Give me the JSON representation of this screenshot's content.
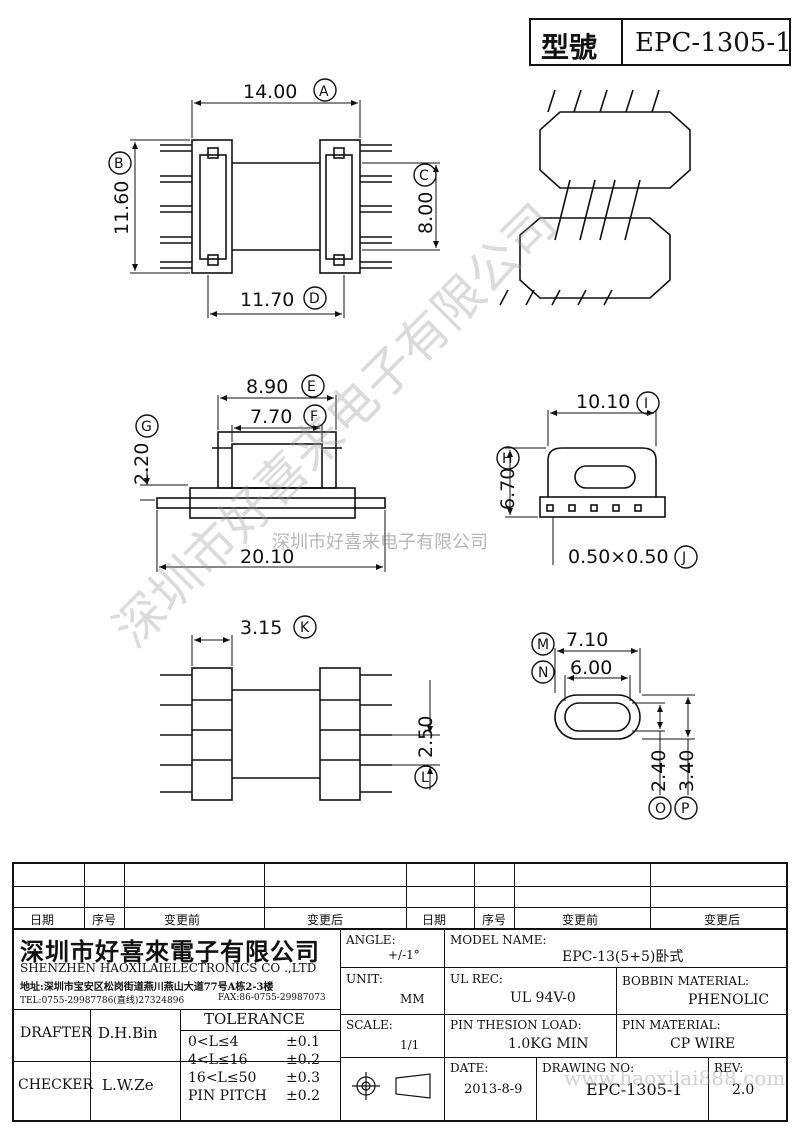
{
  "header": {
    "model_label": "型號",
    "model_value": "EPC-1305-1"
  },
  "dims": {
    "A": {
      "value": "14.00",
      "tag": "A"
    },
    "B": {
      "value": "11.60",
      "tag": "B"
    },
    "C": {
      "value": "8.00",
      "tag": "C"
    },
    "D": {
      "value": "11.70",
      "tag": "D"
    },
    "E": {
      "value": "8.90",
      "tag": "E"
    },
    "F": {
      "value": "7.70",
      "tag": "F"
    },
    "G": {
      "value": "2.20",
      "tag": "G"
    },
    "H": {
      "value": "6.70",
      "tag": "H"
    },
    "I": {
      "value": "10.10",
      "tag": "I"
    },
    "J": {
      "value": "0.50×0.50",
      "tag": "J"
    },
    "K": {
      "value": "3.15",
      "tag": "K"
    },
    "L": {
      "value": "2.50",
      "tag": "L"
    },
    "M": {
      "value": "7.10",
      "tag": "M"
    },
    "N": {
      "value": "6.00",
      "tag": "N"
    },
    "O": {
      "value": "2.40",
      "tag": "O"
    },
    "P": {
      "value": "3.40",
      "tag": "P"
    },
    "width_20": {
      "value": "20.10"
    }
  },
  "watermarks": {
    "diagonal": "深圳市好喜来电子有限公司",
    "center": "深圳市好喜来电子有限公司",
    "bottom": "www.haoxilai888.com"
  },
  "revision_table": {
    "headers": [
      "日期",
      "序号",
      "变更前",
      "变更后",
      "日期",
      "序号",
      "变更前",
      "变更后"
    ]
  },
  "company": {
    "name_cn": "深圳市好喜來電子有限公司",
    "name_en": "SHENZHEN HAOXILAIELECTRONICS CO .,LTD",
    "address": "地址:深圳市宝安区松岗街道燕川燕山大道77号A栋2-3楼",
    "tel": "TEL:0755-29987786(直线)27324896",
    "fax": "FAX:86-0755-29987073"
  },
  "title_block": {
    "angle_label": "ANGLE:",
    "angle_value": "+/-1°",
    "model_name_label": "MODEL NAME:",
    "model_name_value": "EPC-13(5+5)卧式",
    "unit_label": "UNIT:",
    "unit_value": "MM",
    "ul_label": "UL REC:",
    "ul_value": "UL 94V-0",
    "bobbin_label": "BOBBIN MATERIAL:",
    "bobbin_value": "PHENOLIC",
    "drafter_label": "DRAFTER",
    "drafter_value": "D.H.Bin",
    "tolerance_label": "TOLERANCE",
    "tol_rows": [
      {
        "range": "0<L≤4",
        "value": "±0.1"
      },
      {
        "range": "4<L≤16",
        "value": "±0.2"
      },
      {
        "range": "16<L≤50",
        "value": "±0.3"
      },
      {
        "range": "PIN PITCH",
        "value": "±0.2"
      }
    ],
    "scale_label": "SCALE:",
    "scale_value": "1/1",
    "pin_load_label": "PIN THESION LOAD:",
    "pin_load_value": "1.0KG MIN",
    "pin_material_label": "PIN MATERIAL:",
    "pin_material_value": "CP  WIRE",
    "checker_label": "CHECKER",
    "checker_value": "L.W.Ze",
    "date_label": "DATE:",
    "date_value": "2013-8-9",
    "drawing_no_label": "DRAWING NO:",
    "drawing_no_value": "EPC-1305-1",
    "rev_label": "REV:",
    "rev_value": "2.0"
  }
}
